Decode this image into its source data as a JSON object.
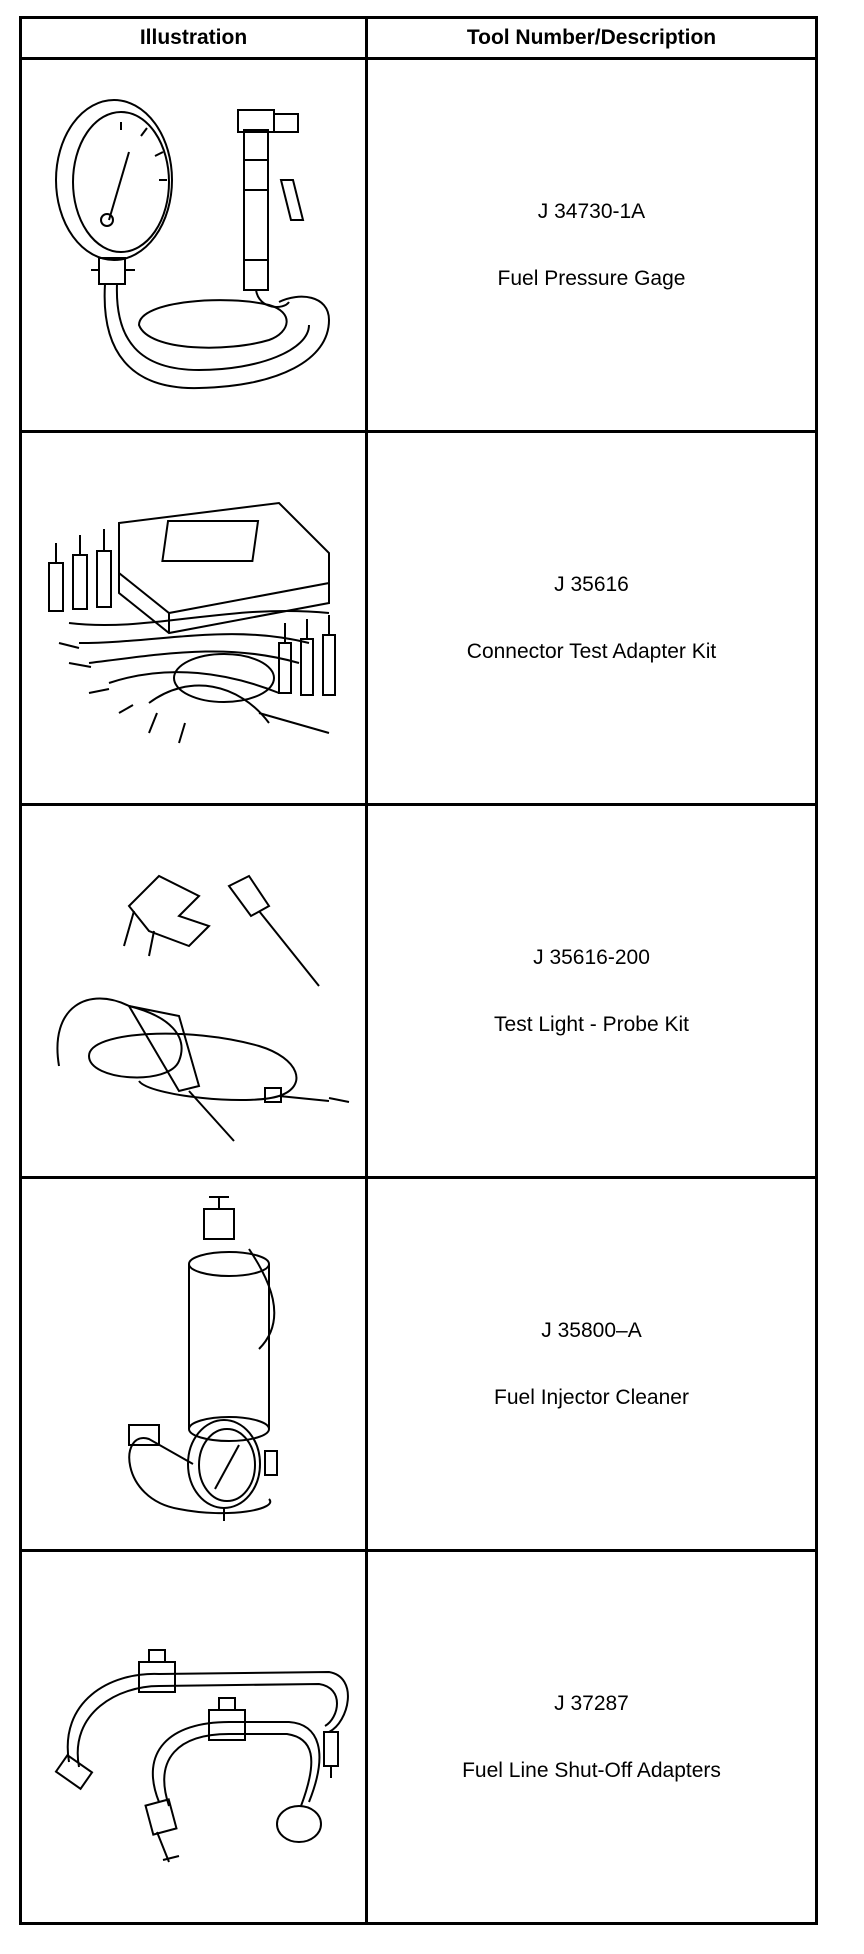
{
  "table": {
    "headers": {
      "illustration": "Illustration",
      "description": "Tool Number/Description"
    },
    "rows": [
      {
        "number": "J 34730-1A",
        "name": "Fuel Pressure Gage",
        "icon": "fuel-pressure-gage-drawing"
      },
      {
        "number": "J 35616",
        "name": "Connector Test Adapter Kit",
        "icon": "connector-test-adapter-kit-drawing"
      },
      {
        "number": "J 35616-200",
        "name": "Test Light - Probe Kit",
        "icon": "test-light-probe-kit-drawing"
      },
      {
        "number": "J 35800–A",
        "name": "Fuel Injector Cleaner",
        "icon": "fuel-injector-cleaner-drawing"
      },
      {
        "number": "J 37287",
        "name": "Fuel Line Shut-Off Adapters",
        "icon": "fuel-line-shutoff-adapters-drawing"
      }
    ]
  }
}
